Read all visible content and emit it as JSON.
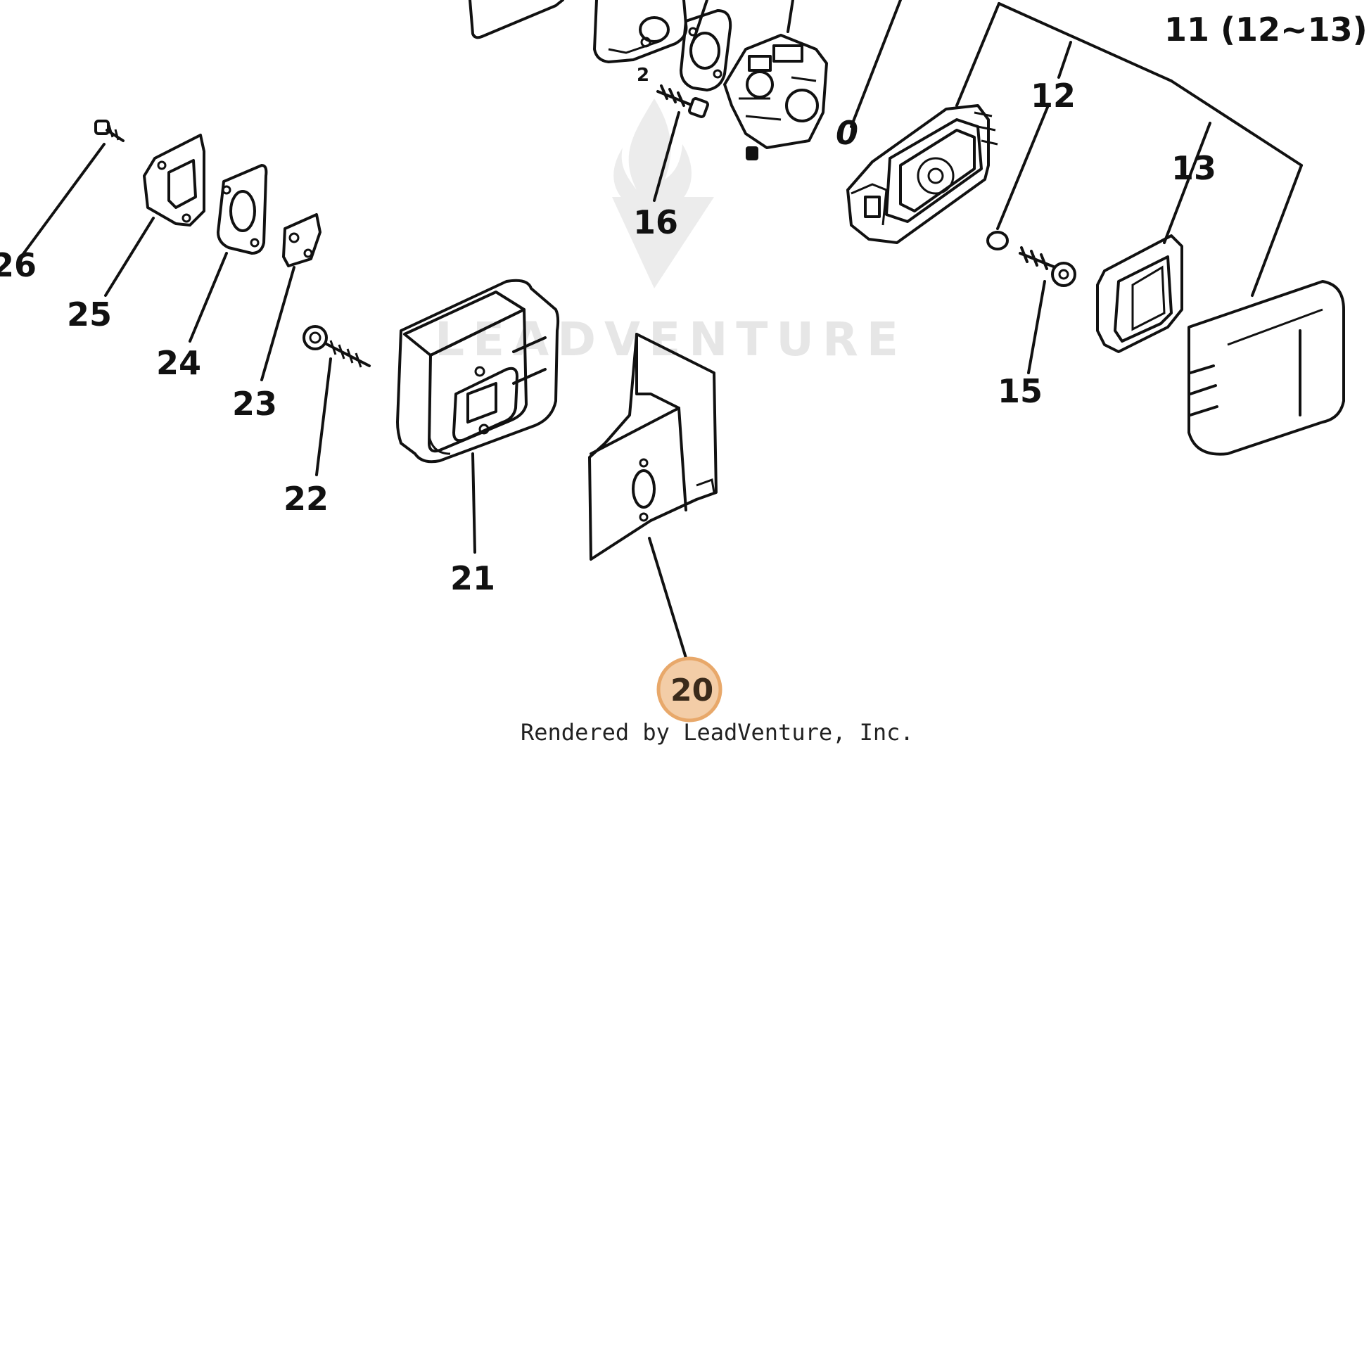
{
  "watermark": {
    "text": "LEADVENTURE"
  },
  "callouts": {
    "c26": "26",
    "c25": "25",
    "c24": "24",
    "c23": "23",
    "c22": "22",
    "c21": "21",
    "c20": "20",
    "c16": "16",
    "c15": "15",
    "c13": "13",
    "c12": "12",
    "c11": "11 (12~13)",
    "c2": "2",
    "c0": "0"
  },
  "highlight": {
    "color": "#e8a86a",
    "fill": "#f3cda7"
  },
  "credit": "Rendered by LeadVenture, Inc."
}
